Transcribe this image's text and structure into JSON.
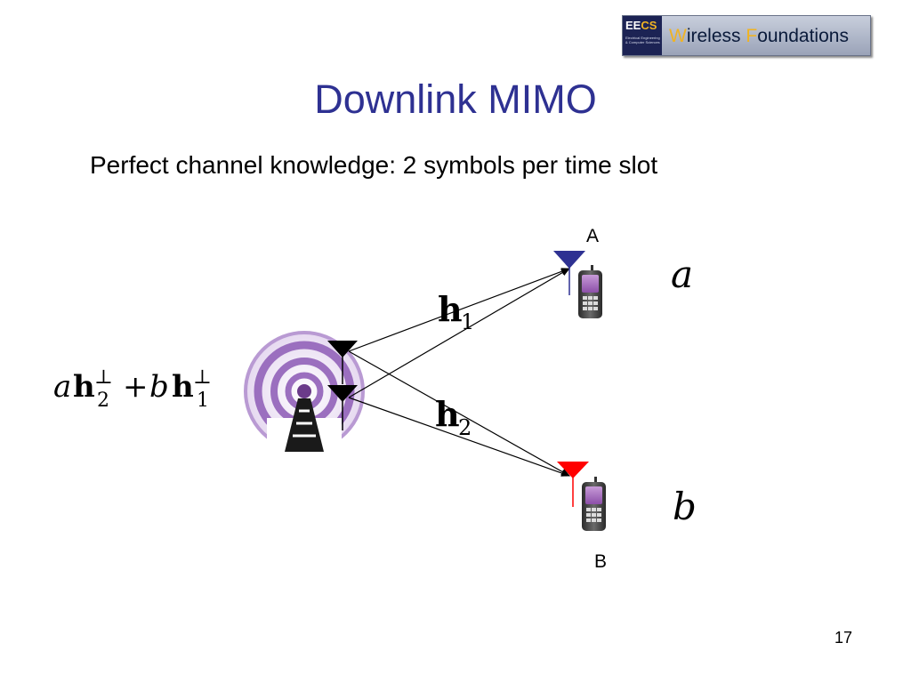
{
  "logo": {
    "mark_main": "EE",
    "mark_accent": "CS",
    "mark_sub": "Electrical Engineering & Computer Sciences",
    "text_w": "W",
    "text_ireless": "ireless ",
    "text_f": "F",
    "text_oundations": "oundations"
  },
  "title": "Downlink MIMO",
  "subtitle": "Perfect channel knowledge: 2 symbols per time slot",
  "diagram": {
    "label_a_user": "A",
    "label_b_user": "B",
    "symbol_a": "a",
    "symbol_b": "b",
    "channel_h": "h",
    "channel_1_sub": "1",
    "channel_2_sub": "2",
    "tx_signal": {
      "coef_a": "a",
      "h": "h",
      "sub_2": "2",
      "perp": "⊥",
      "plus": "+",
      "coef_b": "b",
      "sub_1": "1"
    },
    "colors": {
      "antenna_a": "#2e3192",
      "antenna_b": "#ff0000",
      "tower_glow": "#9b6fbf",
      "phone_screen": "#a56cc1"
    }
  },
  "page_number": "17"
}
